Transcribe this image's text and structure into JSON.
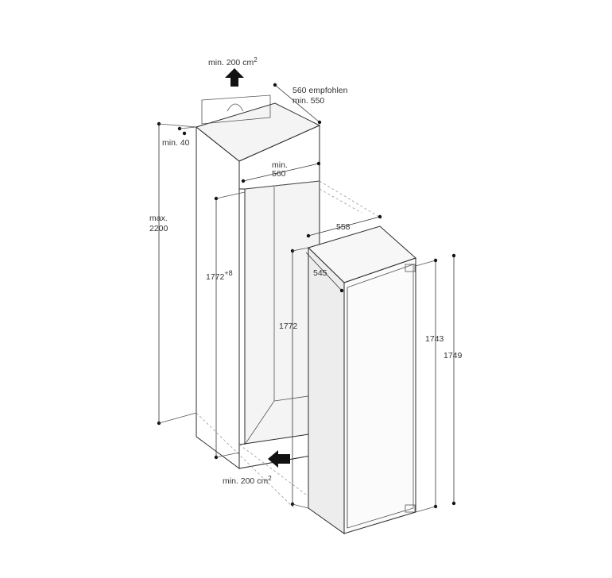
{
  "diagram": {
    "labels": {
      "vent_top": "min. 200 cm",
      "vent_top_sup": "2",
      "depth_recommended": "560 empfohlen",
      "depth_min": "min. 550",
      "gap_min": "min. 40",
      "height_max_1": "max.",
      "height_max_2": "2200",
      "width_min_1": "min.",
      "width_min_2": "560",
      "niche_height": "1772",
      "niche_height_tol": "+8",
      "inner_height": "1772",
      "appliance_width": "558",
      "appliance_depth": "545",
      "appliance_height_1": "1743",
      "appliance_height_2": "1749",
      "vent_bottom": "min. 200 cm",
      "vent_bottom_sup": "2"
    }
  }
}
